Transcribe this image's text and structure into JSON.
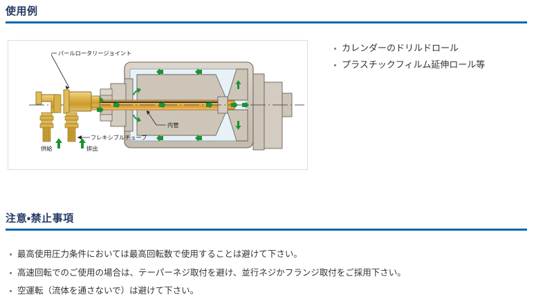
{
  "theme": {
    "accent_blue": "#0066b3",
    "heading_color": "#253a63",
    "body_color": "#333333",
    "frame_border": "#dcdcdc",
    "roll_body": "#cdc4b8",
    "roll_body_light": "#ded6cc",
    "flow_channel": "#e6f2f7",
    "inner_tube": "#e8a33d",
    "inner_tube_light": "#f3c87c",
    "brass": "#d6a93c",
    "brass_dark": "#a8801f",
    "arrow_green": "#1a9334",
    "outline": "#6b6259"
  },
  "sections": [
    {
      "id": "usage",
      "title": "使用例"
    },
    {
      "id": "notice",
      "title": "注意・禁止事項"
    }
  ],
  "usage": {
    "heading": "使用例",
    "applications": [
      "カレンダーのドリルドロール",
      "プラスチックフィルム延伸ロール等"
    ]
  },
  "notice": {
    "heading": "注意・禁止事項",
    "items": [
      "最高使用圧力条件においては最高回転数で使用することは避けて下さい。",
      "高速回転でのご使用の場合は、テーパーネジ取付を避け、並行ネジかフランジ取付をご採用下さい。",
      "空運転（流体を通さないで）は避けて下さい。"
    ]
  },
  "diagram": {
    "name": "rotary-joint-drilled-roll-cutaway",
    "labels": {
      "rotary_joint": "パールロータリージョイント",
      "flexible_tube": "フレキシブルチューブ",
      "inner_tube": "内管",
      "supply": "供給",
      "discharge": "排出"
    }
  }
}
